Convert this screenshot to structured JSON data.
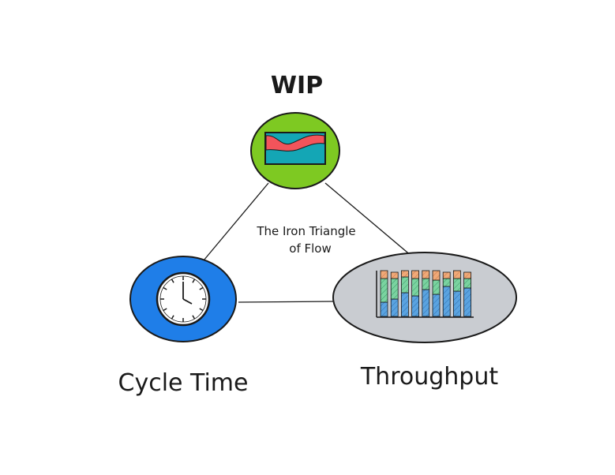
{
  "diagram": {
    "center_label_line1": "The Iron Triangle",
    "center_label_line2": "of Flow",
    "nodes": {
      "wip": {
        "label": "WIP",
        "icon": "area-chart-icon",
        "fill": "#7ec922"
      },
      "cycle_time": {
        "label": "Cycle Time",
        "icon": "clock-icon",
        "fill": "#1f7ee8"
      },
      "throughput": {
        "label": "Throughput",
        "icon": "stacked-bar-chart-icon",
        "fill": "#c9ccd1"
      }
    },
    "colors": {
      "red": "#f2545b",
      "teal": "#14a6b5",
      "bar_blue": "#5aa3e0",
      "bar_green": "#7ad3a0",
      "bar_orange": "#f0a978"
    }
  }
}
